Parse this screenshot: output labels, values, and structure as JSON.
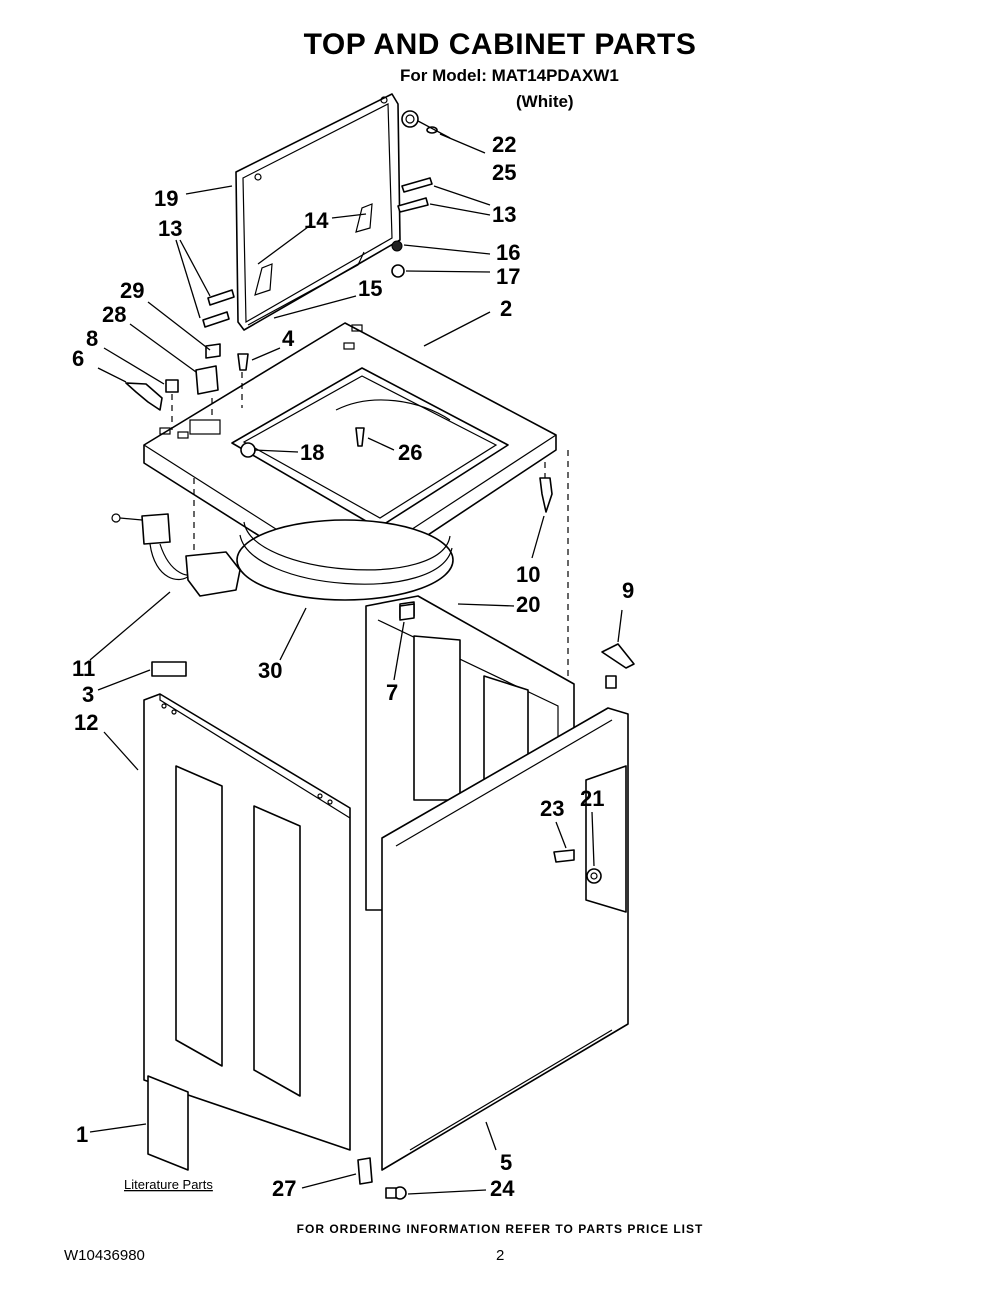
{
  "header": {
    "title": "TOP AND CABINET PARTS",
    "model_line": "For Model: MAT14PDAXW1",
    "color_line": "(White)"
  },
  "callouts": {
    "c1": "1",
    "c2": "2",
    "c3": "3",
    "c4": "4",
    "c5": "5",
    "c6": "6",
    "c7": "7",
    "c8": "8",
    "c9": "9",
    "c10": "10",
    "c11": "11",
    "c12": "12",
    "c13a": "13",
    "c13b": "13",
    "c14": "14",
    "c15": "15",
    "c16": "16",
    "c17": "17",
    "c18": "18",
    "c19": "19",
    "c20": "20",
    "c21": "21",
    "c22": "22",
    "c23": "23",
    "c24": "24",
    "c25": "25",
    "c26": "26",
    "c27": "27",
    "c28": "28",
    "c29": "29",
    "c30": "30"
  },
  "literature_label": "Literature Parts",
  "footer": {
    "ordering_note": "FOR ORDERING INFORMATION REFER TO PARTS PRICE LIST",
    "doc_number": "W10436980",
    "page_number": "2"
  }
}
